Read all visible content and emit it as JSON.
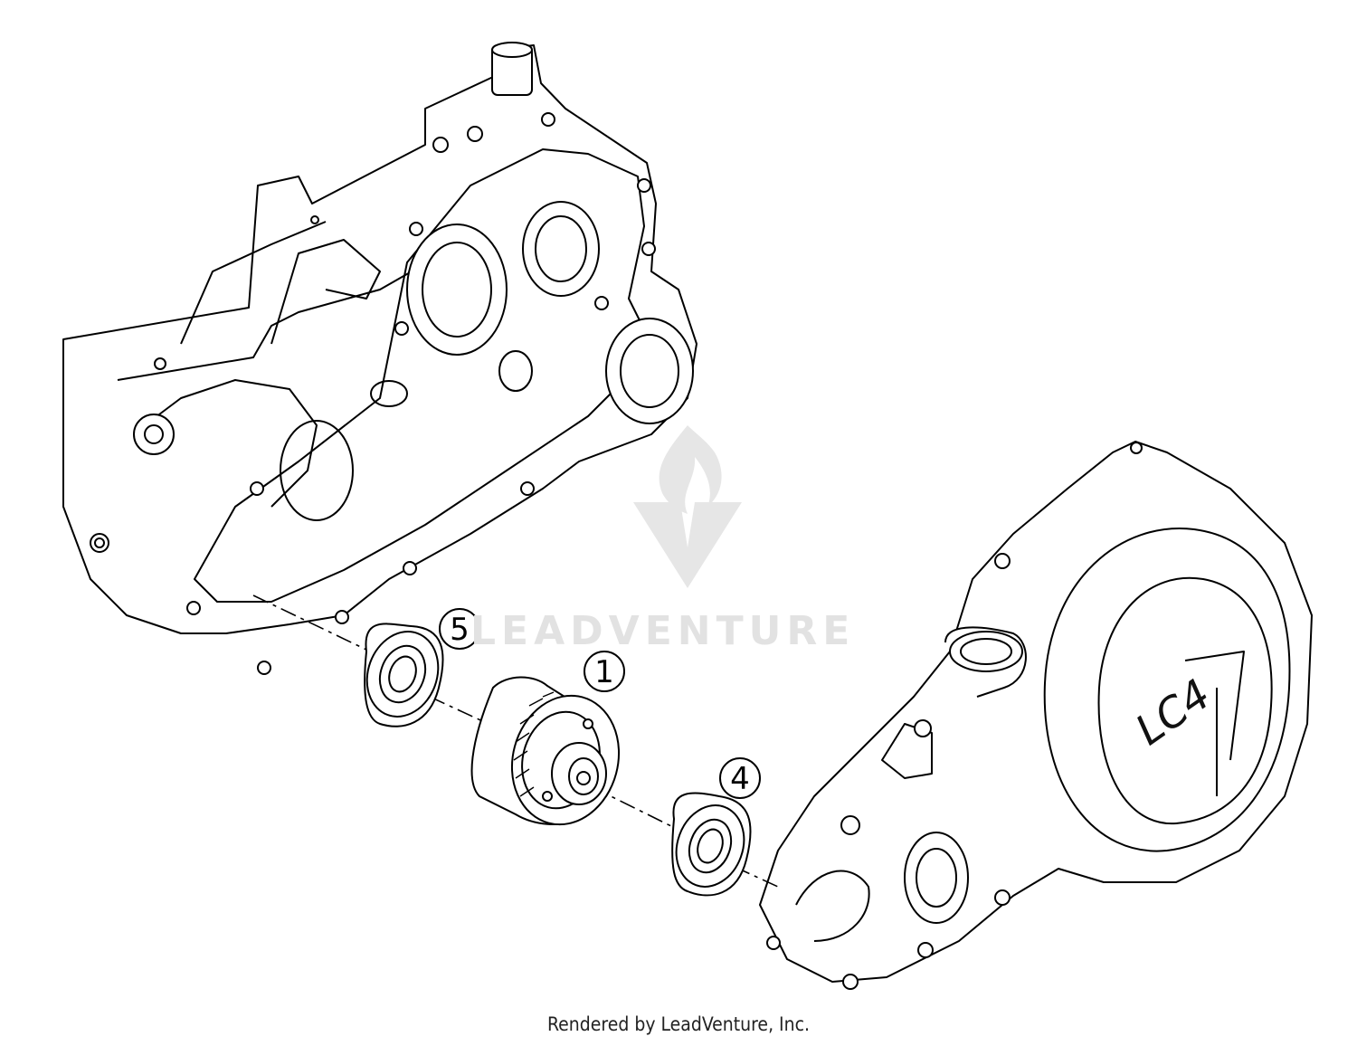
{
  "watermark": {
    "brand_text": "LEADVENTURE",
    "logo_icon": "leadventure-flame-v-logo",
    "color": "#e2e2e2"
  },
  "diagram": {
    "callouts": [
      {
        "id": "1"
      },
      {
        "id": "4"
      },
      {
        "id": "5"
      }
    ],
    "cover_marking": "LC4",
    "line_color": "#000000"
  },
  "footer": {
    "text": "Rendered by LeadVenture, Inc."
  }
}
